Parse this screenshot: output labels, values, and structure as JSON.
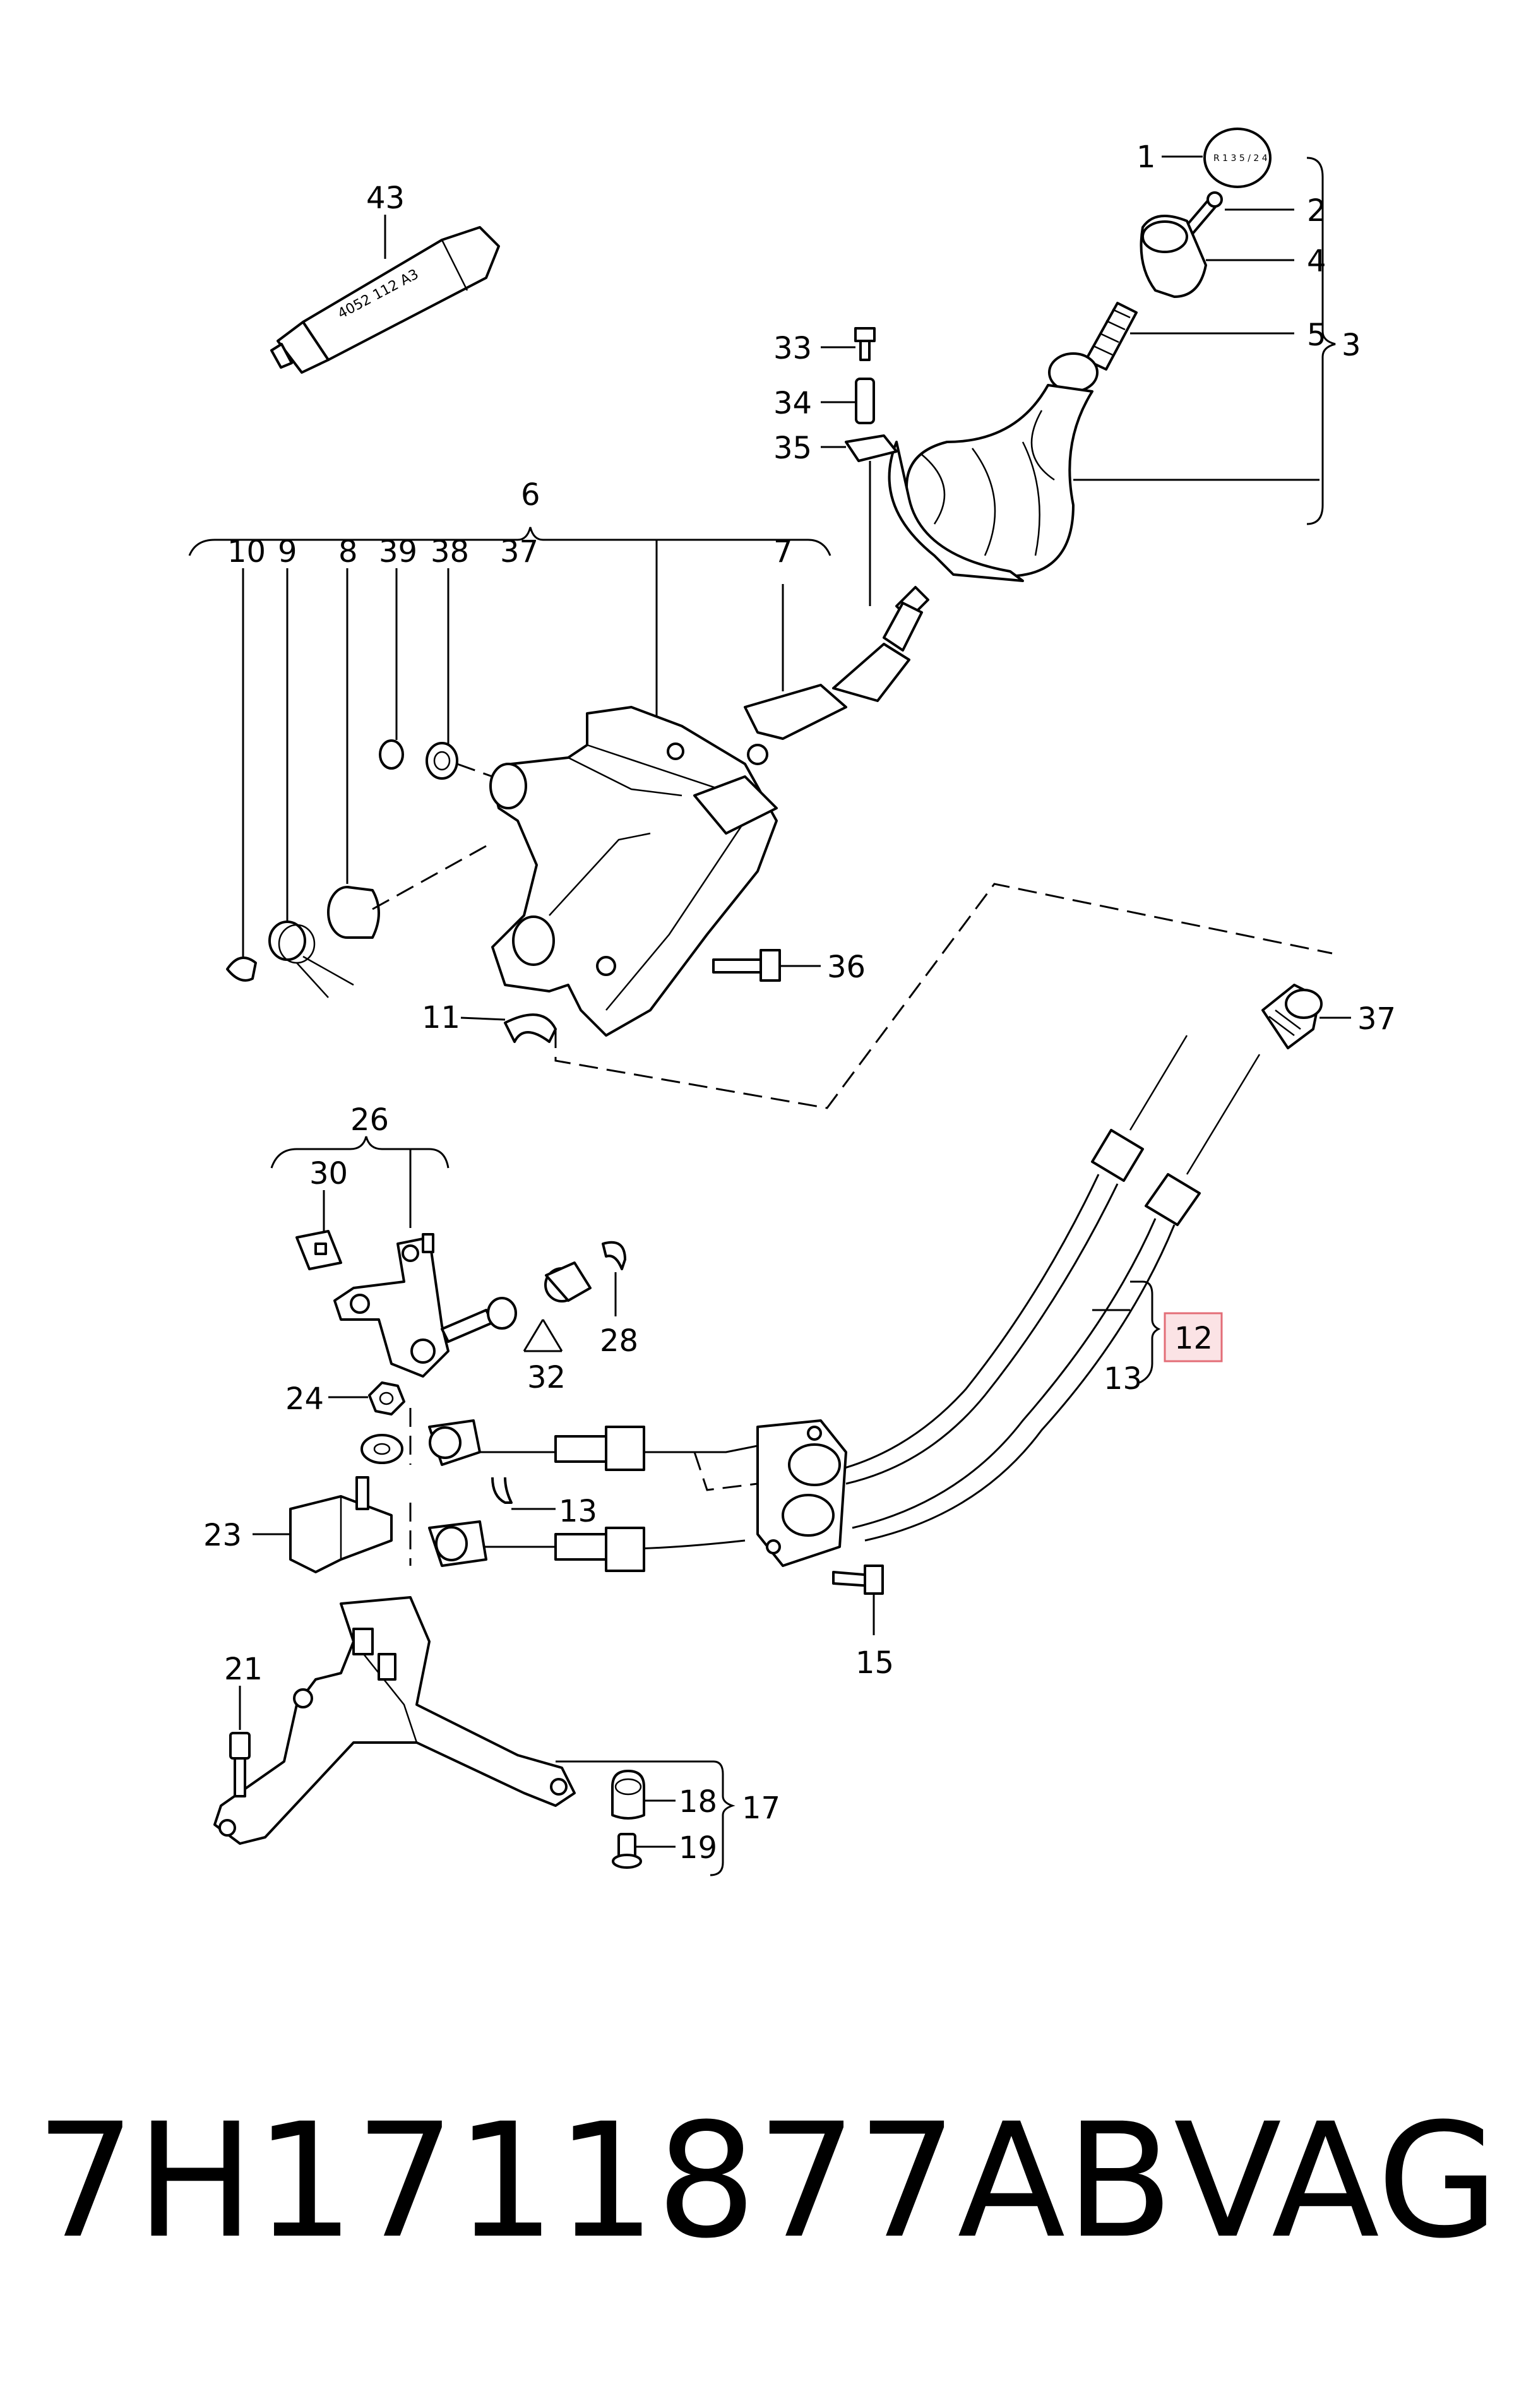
{
  "callouts": {
    "c1": "1",
    "c2": "2",
    "c3": "3",
    "c4": "4",
    "c5": "5",
    "c6": "6",
    "c7": "7",
    "c8": "8",
    "c9": "9",
    "c10": "10",
    "c11": "11",
    "c12": "12",
    "c13a": "13",
    "c13b": "13",
    "c15": "15",
    "c17": "17",
    "c18": "18",
    "c19": "19",
    "c21": "21",
    "c23": "23",
    "c24": "24",
    "c26": "26",
    "c28": "28",
    "c30": "30",
    "c32": "32",
    "c33": "33",
    "c34": "34",
    "c35": "35",
    "c36": "36",
    "c37a": "37",
    "c37b": "37",
    "c38": "38",
    "c39": "39",
    "c43": "43"
  },
  "tube_label": "4052 112 A3",
  "knob_pattern": "R 1 3 5 / 2 4",
  "highlight_color": "#e36d77",
  "footer": {
    "part_number": "7H1711877AB",
    "brand": "VAG"
  }
}
